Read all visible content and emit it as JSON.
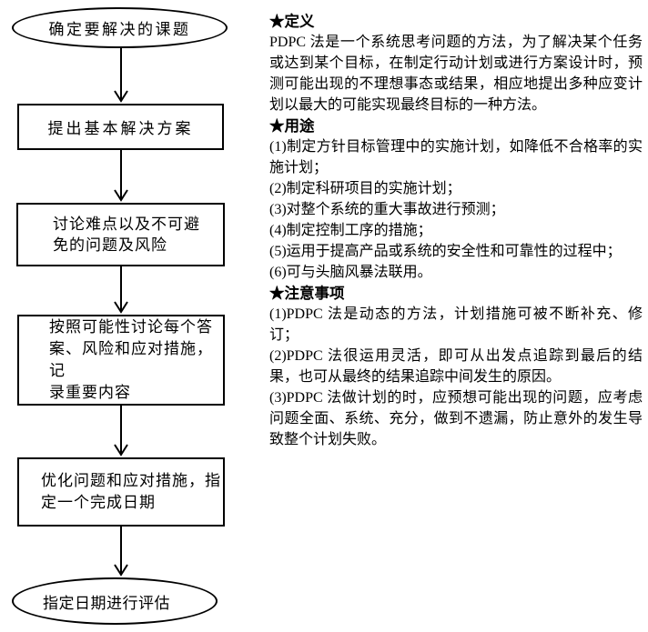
{
  "page": {
    "background_color": "#ffffff",
    "text_color": "#000000",
    "stroke_color": "#000000"
  },
  "flowchart": {
    "nodes": [
      {
        "shape": "ellipse",
        "label": "确定要解决的课题"
      },
      {
        "shape": "rect",
        "label": "提出基本解决方案"
      },
      {
        "shape": "rect",
        "label": "讨论难点以及不可避\n免的问题及风险"
      },
      {
        "shape": "rect",
        "label": "按照可能性讨论每个答\n案、风险和应对措施，记\n录重要内容"
      },
      {
        "shape": "rect",
        "label": "优化问题和应对措施，指\n定一个完成日期"
      },
      {
        "shape": "ellipse",
        "label": "指定日期进行评估"
      }
    ],
    "connector_style": "straight-down-arrow",
    "arrow_count": 5
  },
  "panel": {
    "sections": [
      {
        "heading": "★定义",
        "items": [
          "PDPC 法是一个系统思考问题的方法，为了解决某个任务或达到某个目标，在制定行动计划或进行方案设计时，预测可能出现的不理想事态或结果，相应地提出多种应变计划以最大的可能实现最终目标的一种方法。"
        ]
      },
      {
        "heading": "★用途",
        "items": [
          "(1)制定方针目标管理中的实施计划，如降低不合格率的实施计划；",
          "(2)制定科研项目的实施计划；",
          "(3)对整个系统的重大事故进行预测；",
          "(4)制定控制工序的措施；",
          "(5)运用于提高产品或系统的安全性和可靠性的过程中；",
          "(6)可与头脑风暴法联用。"
        ]
      },
      {
        "heading": "★注意事项",
        "items": [
          "(1)PDPC 法是动态的方法，计划措施可被不断补充、修订；",
          "(2)PDPC 法很运用灵活，即可从出发点追踪到最后的结果，也可从最终的结果追踪中间发生的原因。",
          "(3)PDPC 法做计划的时，应预想可能出现的问题，应考虑问题全面、系统、充分，做到不遗漏，防止意外的发生导致整个计划失败。"
        ]
      }
    ]
  }
}
